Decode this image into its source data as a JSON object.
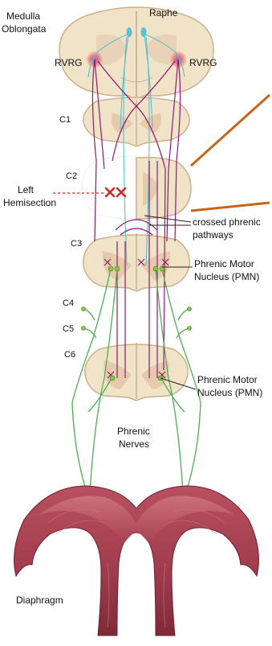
{
  "labels": {
    "medulla": [
      "Medulla",
      "Oblongata"
    ],
    "raphe": "Raphe",
    "rvrg_left": "RVRG",
    "rvrg_right": "RVRG",
    "c1": "C1",
    "c2": "C2",
    "hemisection": [
      "Left",
      "Hemisection"
    ],
    "crossed": [
      "crossed phrenic",
      "pathways"
    ],
    "c3": "C3",
    "pmn_upper": [
      "Phrenic Motor",
      "Nucleus (PMN)"
    ],
    "c4": "C4",
    "c5": "C5",
    "c6": "C6",
    "pmn_lower": [
      "Phrenic Motor",
      "Nucleus (PMN)"
    ],
    "phrenic_nerves": [
      "Phrenic",
      "Nerves"
    ],
    "diaphragm": "Diaphragm"
  },
  "colors": {
    "tissue": "#f1e3c8",
    "tissue_edge": "#cbb08d",
    "grey_matter": "#e2c2a3",
    "bulbospinal": "#8e1a74",
    "raphe_path": "#5bc0c9",
    "phrenic_nerve": "#4caf50",
    "lesion": "#e02020",
    "pointer": "#c8641a",
    "diaphragm": "#a2404f"
  }
}
